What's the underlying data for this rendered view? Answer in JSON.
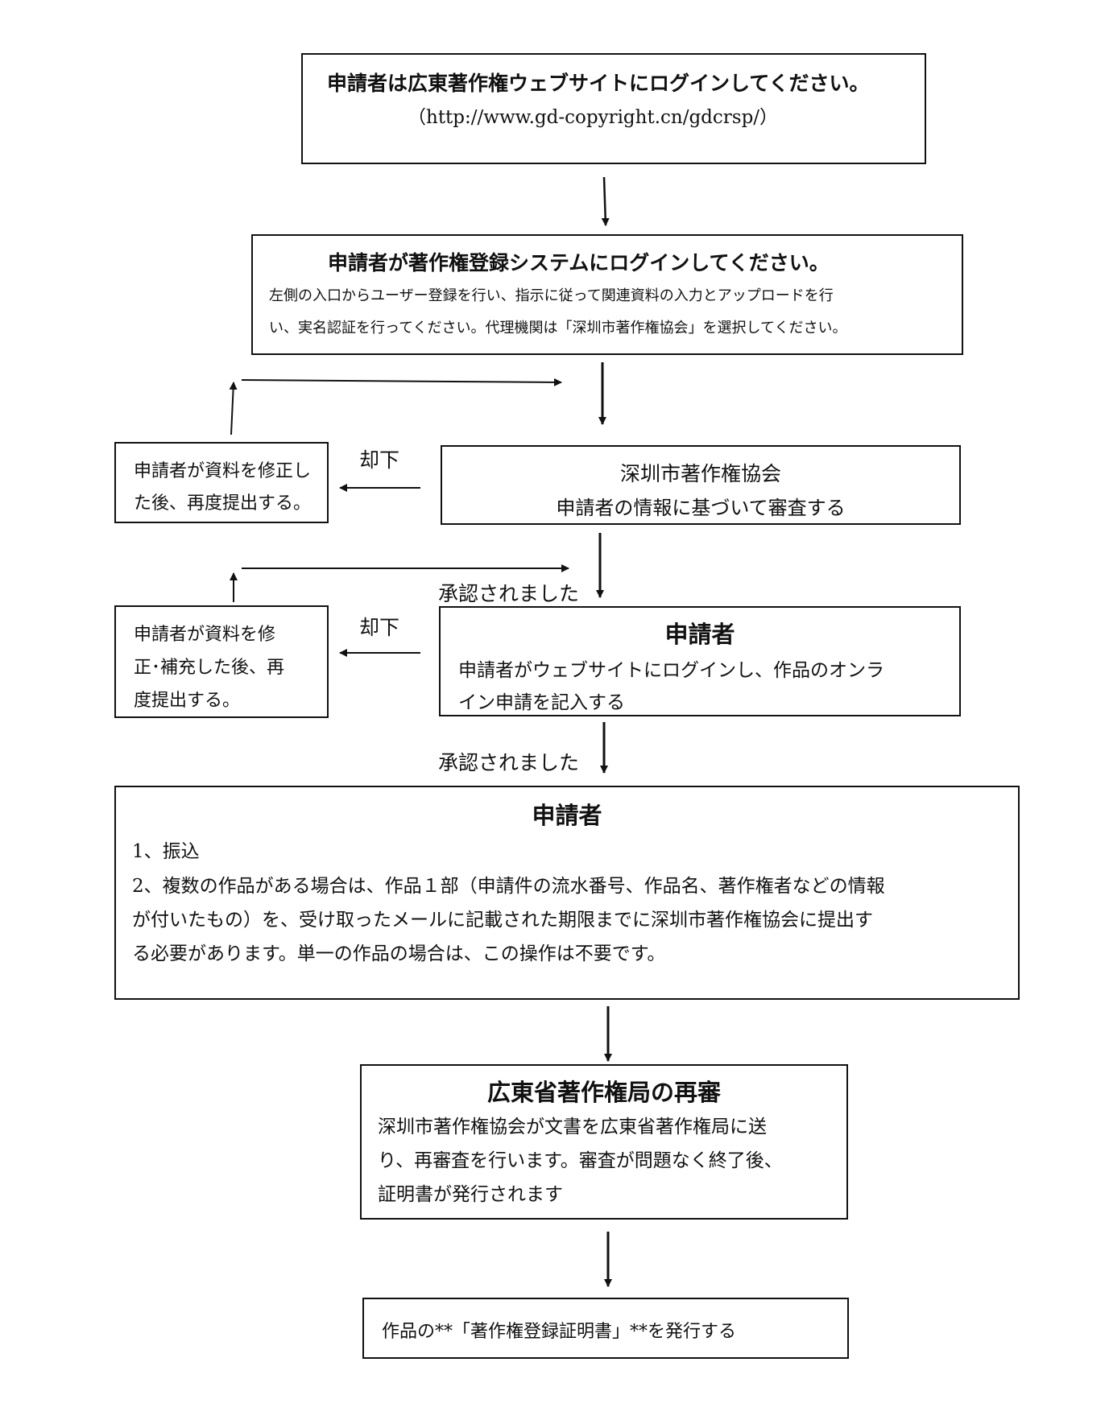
{
  "step1": {
    "title": "申請者は広東著作権ウェブサイトにログインしてください。",
    "url": "（http://www.gd-copyright.cn/gdcrsp/）"
  },
  "step2": {
    "title": "申請者が著作権登録システムにログインしてください。",
    "line1": "左側の入口からユーザー登録を行い、指示に従って関連資料の入力とアップロードを行",
    "line2": "い、実名認証を行ってください。代理機関は「深圳市著作権協会」を選択してください。"
  },
  "step3": {
    "title": "深圳市著作権協会",
    "body": "申請者の情報に基づいて審査する"
  },
  "reject1": {
    "label": "却下",
    "line1": "申請者が資料を修正し",
    "line2": "た後、再度提出する。"
  },
  "approved1": "承認されました",
  "step4": {
    "title": "申請者",
    "line1": "申請者がウェブサイトにログインし、作品のオンラ",
    "line2": "イン申請を記入する"
  },
  "reject2": {
    "label": "却下",
    "line1": "申請者が資料を修",
    "line2": "正･補充した後、再",
    "line3": "度提出する。"
  },
  "approved2": "承認されました",
  "step5": {
    "title": "申請者",
    "item1": "1、振込",
    "item2_line1": "2、複数の作品がある場合は、作品１部（申請件の流水番号、作品名、著作権者などの情報",
    "item2_line2": "が付いたもの）を、受け取ったメールに記載された期限までに深圳市著作権協会に提出す",
    "item2_line3": "る必要があります。単一の作品の場合は、この操作は不要です。"
  },
  "step6": {
    "title": "広東省著作権局の再審",
    "line1": "深圳市著作権協会が文書を広東省著作権局に送",
    "line2": "り、再審査を行います。審査が問題なく終了後、",
    "line3": "証明書が発行されます"
  },
  "step7": {
    "text": "作品の**「著作権登録証明書」**を発行する"
  }
}
